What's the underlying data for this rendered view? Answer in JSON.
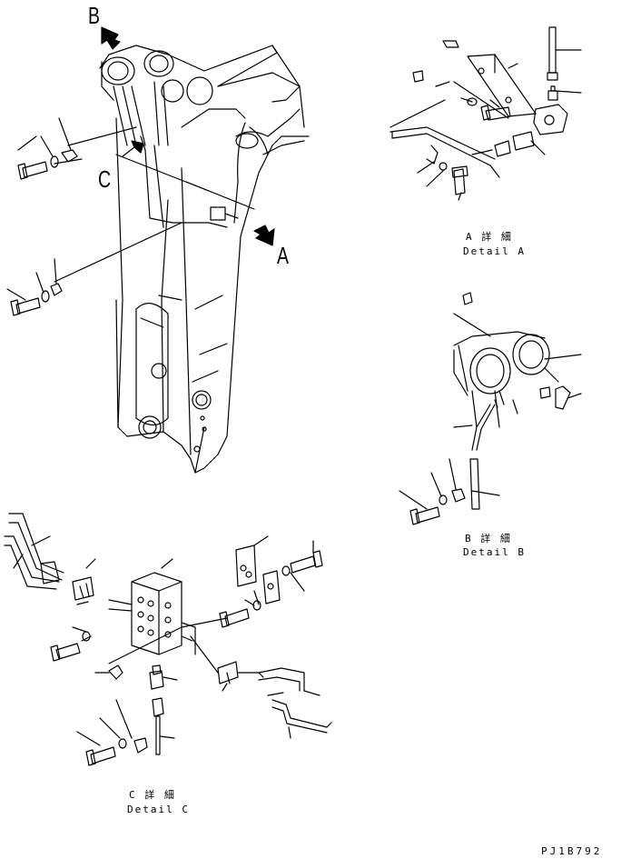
{
  "labels": {
    "view_a": "A",
    "view_b": "B",
    "view_c": "C"
  },
  "captions": {
    "detail_a_jp": "A 詳 細",
    "detail_a_en": "Detail A",
    "detail_b_jp": "B 詳 細",
    "detail_b_en": "Detail B",
    "detail_c_jp": "C 詳 細",
    "detail_c_en": "Detail C"
  },
  "drawing_code": "PJ1B792"
}
